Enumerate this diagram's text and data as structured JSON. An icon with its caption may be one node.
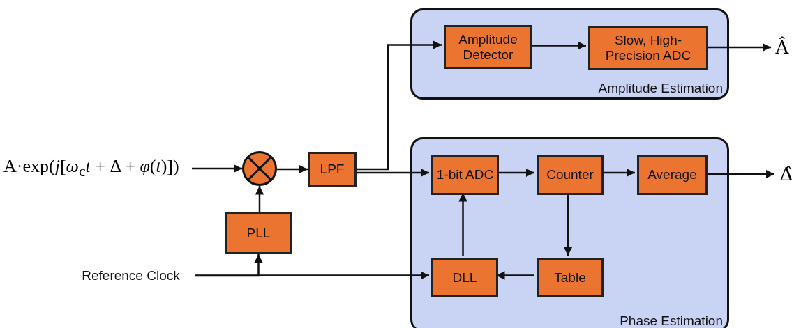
{
  "diagram": {
    "nodes": [
      {
        "text": [
          "A·exp(*j*[*ω*$_{c}$*t* + Δ + *φ*(*t*)])"
        ]
      },
      {
        "text": [],
        "shape": "circle"
      },
      {
        "text": [
          "PLL"
        ]
      },
      {
        "text": [
          "Reference Clock"
        ]
      },
      {
        "text": [
          "LPF"
        ]
      },
      {
        "text": [
          "Amplitude Estimation"
        ]
      },
      {
        "text": [
          "Amplitude Detector"
        ],
        "in": 5
      },
      {
        "text": [
          "Slow, High-Precision ADC"
        ],
        "in": 5
      },
      {
        "text": [
          "Â"
        ]
      },
      {
        "text": [
          "Phase Estimation"
        ]
      },
      {
        "text": [
          "1-bit ADC"
        ],
        "in": 9
      },
      {
        "text": [
          "Counter"
        ],
        "in": 9
      },
      {
        "text": [
          "Average"
        ],
        "in": 9
      },
      {
        "text": [
          "DLL"
        ],
        "in": 9
      },
      {
        "text": [
          "Table"
        ],
        "in": 9
      },
      {
        "text": [
          "Δ̂"
        ]
      }
    ],
    "edges": [
      {
        "from": 0,
        "to": 1,
        "arrow": "to"
      },
      {
        "from": 1,
        "to": 4,
        "arrow": "to"
      },
      {
        "from": 2,
        "to": 1,
        "arrow": "to"
      },
      {
        "from": 3,
        "to": 2,
        "arrow": "to"
      },
      {
        "from": 3,
        "to": 13,
        "arrow": "to"
      },
      {
        "from": 4,
        "to": 6,
        "arrow": "to"
      },
      {
        "from": 4,
        "to": 10,
        "arrow": "to"
      },
      {
        "from": 6,
        "to": 7,
        "arrow": "to"
      },
      {
        "from": 7,
        "to": 8,
        "arrow": "to"
      },
      {
        "from": 10,
        "to": 11,
        "arrow": "to"
      },
      {
        "from": 11,
        "to": 12,
        "arrow": "to"
      },
      {
        "from": 12,
        "to": 15,
        "arrow": "to"
      },
      {
        "from": 11,
        "to": 14,
        "arrow": "to"
      },
      {
        "from": 14,
        "to": 13,
        "arrow": "to"
      },
      {
        "from": 13,
        "to": 10,
        "arrow": "to"
      }
    ]
  }
}
